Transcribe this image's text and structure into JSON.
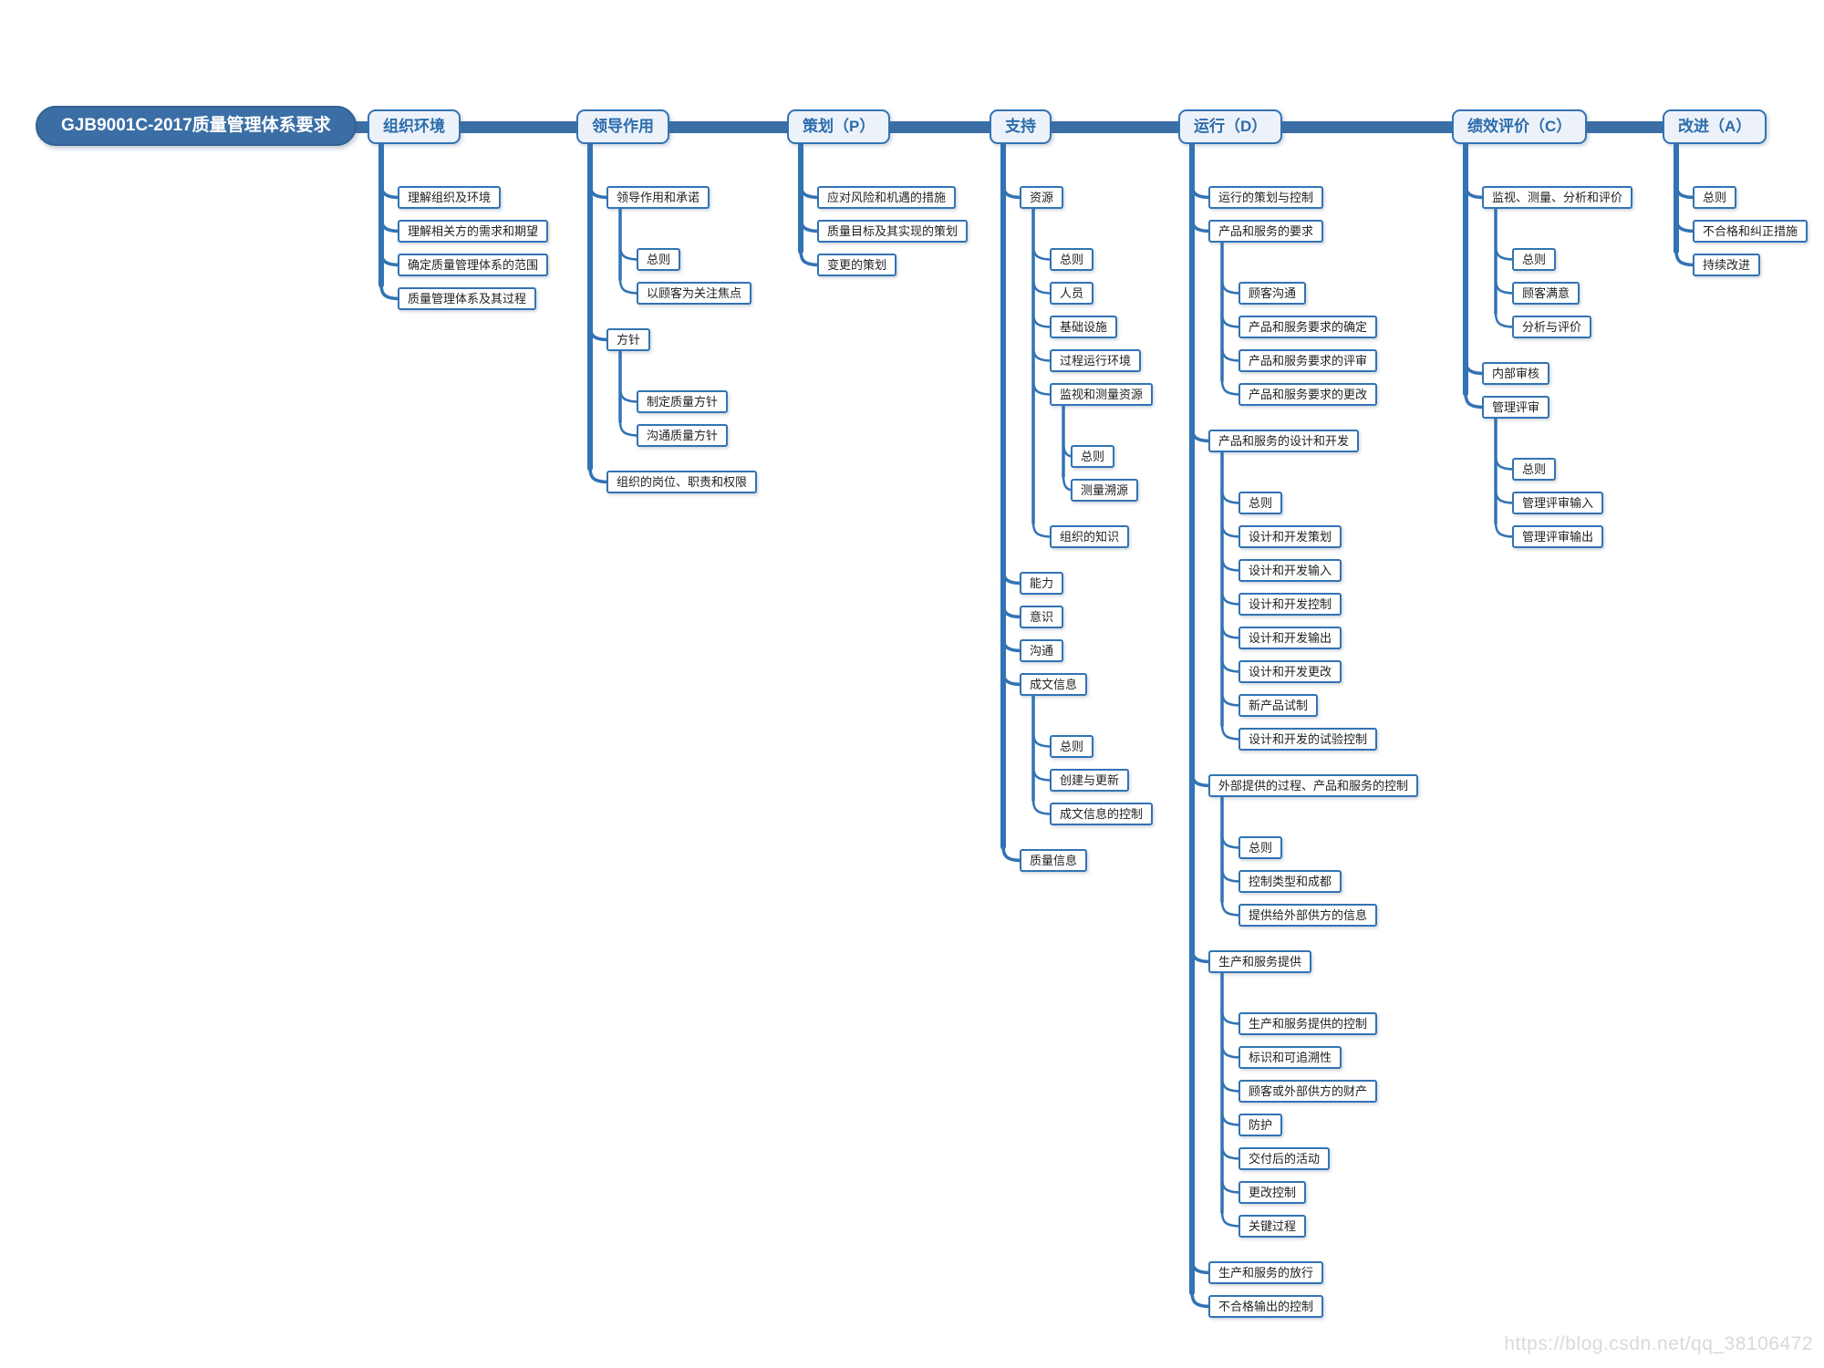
{
  "page": {
    "watermark": "https://blog.csdn.net/qq_38106472"
  },
  "colors": {
    "root_fill": "#3a6ea5",
    "root_border": "#336192",
    "branch_fill": "#edf2fa",
    "branch_text": "#2b6cab",
    "accent_border": "#3273b4",
    "topic_text": "#222222",
    "connector": "#3273b4",
    "bar": "#3a6ea5"
  },
  "mindmap": {
    "root": {
      "label": "GJB9001C-2017质量管理体系要求"
    },
    "branches": [
      {
        "label": "组织环境",
        "children": [
          {
            "label": "理解组织及环境"
          },
          {
            "label": "理解相关方的需求和期望"
          },
          {
            "label": "确定质量管理体系的范围"
          },
          {
            "label": "质量管理体系及其过程"
          }
        ]
      },
      {
        "label": "领导作用",
        "children": [
          {
            "label": "领导作用和承诺",
            "children": [
              {
                "label": "总则"
              },
              {
                "label": "以顾客为关注焦点"
              }
            ]
          },
          {
            "label": "方针",
            "children": [
              {
                "label": "制定质量方针"
              },
              {
                "label": "沟通质量方针"
              }
            ]
          },
          {
            "label": "组织的岗位、职责和权限"
          }
        ]
      },
      {
        "label": "策划（P）",
        "children": [
          {
            "label": "应对风险和机遇的措施"
          },
          {
            "label": "质量目标及其实现的策划"
          },
          {
            "label": "变更的策划"
          }
        ]
      },
      {
        "label": "支持",
        "children": [
          {
            "label": "资源",
            "children": [
              {
                "label": "总则"
              },
              {
                "label": "人员"
              },
              {
                "label": "基础设施"
              },
              {
                "label": "过程运行环境"
              },
              {
                "label": "监视和测量资源",
                "children": [
                  {
                    "label": "总则"
                  },
                  {
                    "label": "测量溯源"
                  }
                ]
              },
              {
                "label": "组织的知识"
              }
            ]
          },
          {
            "label": "能力"
          },
          {
            "label": "意识"
          },
          {
            "label": "沟通"
          },
          {
            "label": "成文信息",
            "children": [
              {
                "label": "总则"
              },
              {
                "label": "创建与更新"
              },
              {
                "label": "成文信息的控制"
              }
            ]
          },
          {
            "label": "质量信息"
          }
        ]
      },
      {
        "label": "运行（D）",
        "children": [
          {
            "label": "运行的策划与控制"
          },
          {
            "label": "产品和服务的要求",
            "children": [
              {
                "label": "顾客沟通"
              },
              {
                "label": "产品和服务要求的确定"
              },
              {
                "label": "产品和服务要求的评审"
              },
              {
                "label": "产品和服务要求的更改"
              }
            ]
          },
          {
            "label": "产品和服务的设计和开发",
            "children": [
              {
                "label": "总则"
              },
              {
                "label": "设计和开发策划"
              },
              {
                "label": "设计和开发输入"
              },
              {
                "label": "设计和开发控制"
              },
              {
                "label": "设计和开发输出"
              },
              {
                "label": "设计和开发更改"
              },
              {
                "label": "新产品试制"
              },
              {
                "label": "设计和开发的试验控制"
              }
            ]
          },
          {
            "label": "外部提供的过程、产品和服务的控制",
            "children": [
              {
                "label": "总则"
              },
              {
                "label": "控制类型和成都"
              },
              {
                "label": "提供给外部供方的信息"
              }
            ]
          },
          {
            "label": "生产和服务提供",
            "children": [
              {
                "label": "生产和服务提供的控制"
              },
              {
                "label": "标识和可追溯性"
              },
              {
                "label": "顾客或外部供方的财产"
              },
              {
                "label": "防护"
              },
              {
                "label": "交付后的活动"
              },
              {
                "label": "更改控制"
              },
              {
                "label": "关键过程"
              }
            ]
          },
          {
            "label": "生产和服务的放行"
          },
          {
            "label": "不合格输出的控制"
          }
        ]
      },
      {
        "label": "绩效评价（C）",
        "children": [
          {
            "label": "监视、测量、分析和评价",
            "children": [
              {
                "label": "总则"
              },
              {
                "label": "顾客满意"
              },
              {
                "label": "分析与评价"
              }
            ]
          },
          {
            "label": "内部审核"
          },
          {
            "label": "管理评审",
            "children": [
              {
                "label": "总则"
              },
              {
                "label": "管理评审输入"
              },
              {
                "label": "管理评审输出"
              }
            ]
          }
        ]
      },
      {
        "label": "改进（A）",
        "children": [
          {
            "label": "总则"
          },
          {
            "label": "不合格和纠正措施"
          },
          {
            "label": "持续改进"
          }
        ]
      }
    ]
  }
}
